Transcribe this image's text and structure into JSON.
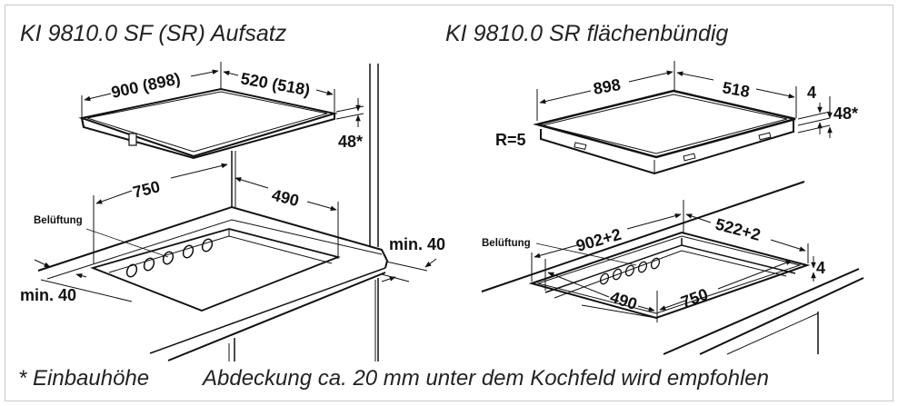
{
  "left": {
    "title": "KI 9810.0 SF (SR) Aufsatz",
    "dims": {
      "width": "900 (898)",
      "depth": "520 (518)",
      "height": "48*",
      "cutout_w": "750",
      "cutout_d": "490",
      "min_front": "min. 40",
      "min_back": "min. 40"
    },
    "ventilation_label": "Belüftung"
  },
  "right": {
    "title": "KI 9810.0 SR flächenbündig",
    "dims": {
      "width": "898",
      "depth": "518",
      "rim": "4",
      "height": "48*",
      "radius": "R=5",
      "recess_w": "902+2",
      "recess_d": "522+2",
      "recess_h": "4",
      "cutout_w": "750",
      "cutout_d": "490"
    },
    "ventilation_label": "Belüftung"
  },
  "footer": {
    "note": "* Einbauhöhe",
    "recommendation": "Abdeckung ca. 20 mm unter dem Kochfeld wird empfohlen"
  }
}
